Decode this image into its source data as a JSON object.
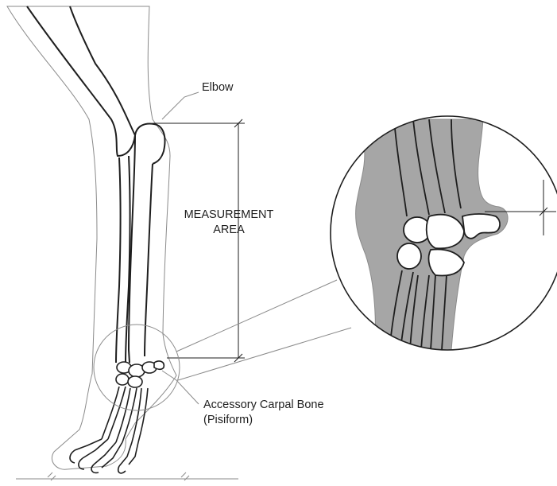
{
  "labels": {
    "elbow": "Elbow",
    "measurement_line1": "MEASUREMENT",
    "measurement_line2": "AREA",
    "accessory_line1": "Accessory Carpal Bone",
    "accessory_line2": "(Pisiform)"
  },
  "colors": {
    "line": "#1e1e1e",
    "outline": "#8a8a8a",
    "soft_tissue_detail": "#a6a6a6"
  }
}
